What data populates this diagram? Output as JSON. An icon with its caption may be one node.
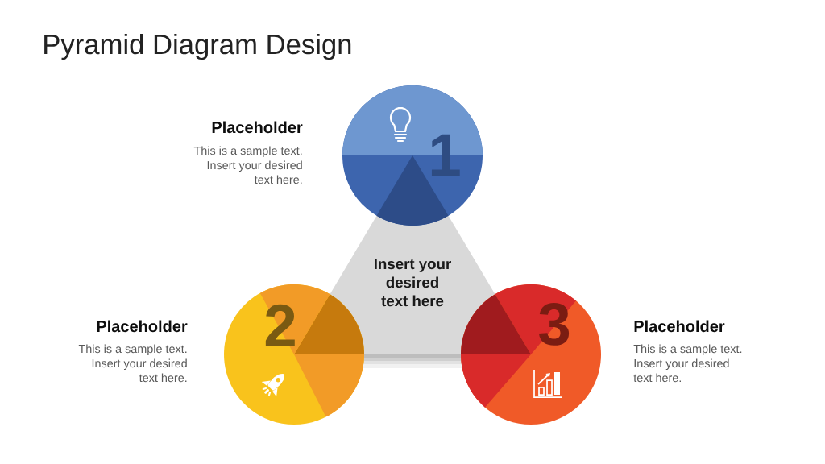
{
  "diagram": {
    "title": "Pyramid Diagram Design",
    "nodes": [
      {
        "text": [
          "1"
        ]
      },
      {
        "text": [
          "Insert your desired text here"
        ]
      },
      {
        "text": [
          "2"
        ],
        "beside": [
          "Placeholder",
          "This is a sample text. Insert your desired text here."
        ]
      },
      {
        "text": [
          "3"
        ],
        "beside": [
          "Placeholder",
          "This is a sample text. Insert your desired text here."
        ]
      }
    ],
    "labels": [
      "Placeholder",
      "This is a sample text. Insert your desired text here."
    ]
  }
}
